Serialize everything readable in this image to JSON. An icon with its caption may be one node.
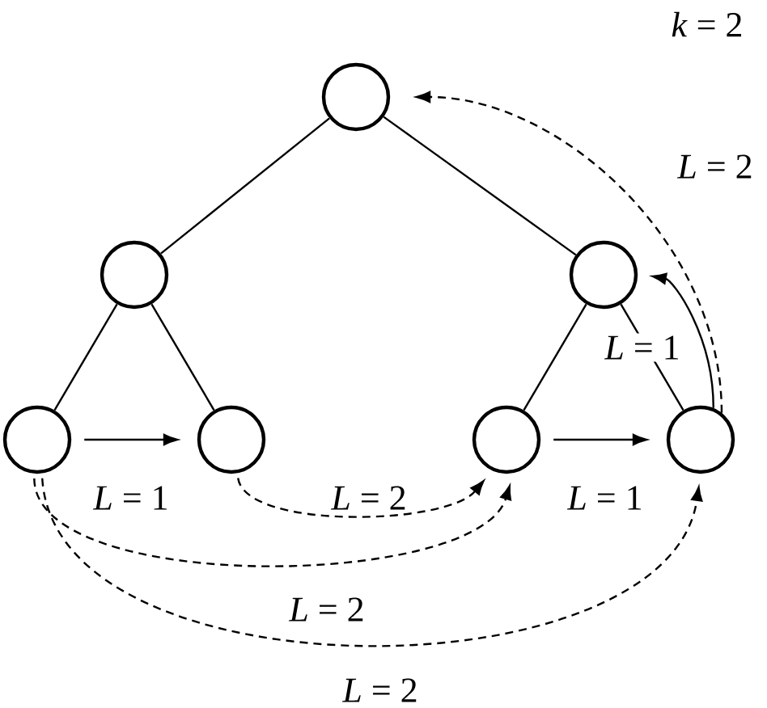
{
  "diagram": {
    "nodes": [
      {
        "text": [],
        "shape": "circle"
      },
      {
        "text": [],
        "shape": "circle"
      },
      {
        "text": [],
        "shape": "circle"
      },
      {
        "text": [],
        "shape": "circle"
      },
      {
        "text": [],
        "shape": "circle"
      },
      {
        "text": [],
        "shape": "circle"
      },
      {
        "text": [],
        "shape": "circle"
      }
    ],
    "edges": [
      {
        "from": 0,
        "to": 1,
        "arrow": "none"
      },
      {
        "from": 0,
        "to": 2,
        "arrow": "none"
      },
      {
        "from": 1,
        "to": 3,
        "arrow": "none"
      },
      {
        "from": 1,
        "to": 4,
        "arrow": "none"
      },
      {
        "from": 2,
        "to": 5,
        "arrow": "none"
      },
      {
        "from": 2,
        "to": 6,
        "arrow": "none"
      },
      {
        "from": 3,
        "to": 4,
        "arrow": "to",
        "label": "*L* = 1"
      },
      {
        "from": 5,
        "to": 6,
        "arrow": "to",
        "label": "*L* = 1"
      },
      {
        "from": 4,
        "to": 5,
        "arrow": "to",
        "style": "dashed",
        "label": "*L* = 2"
      },
      {
        "from": 3,
        "to": 5,
        "arrow": "to",
        "style": "dashed",
        "label": "*L* = 2"
      },
      {
        "from": 3,
        "to": 6,
        "arrow": "to",
        "style": "dashed",
        "label": "*L* = 2"
      },
      {
        "from": 6,
        "to": 2,
        "arrow": "to",
        "label": "*L* = 1"
      },
      {
        "from": 6,
        "to": 0,
        "arrow": "to",
        "style": "dashed",
        "label": "*L* = 2"
      }
    ],
    "labels": [
      "*k* = 2"
    ]
  }
}
